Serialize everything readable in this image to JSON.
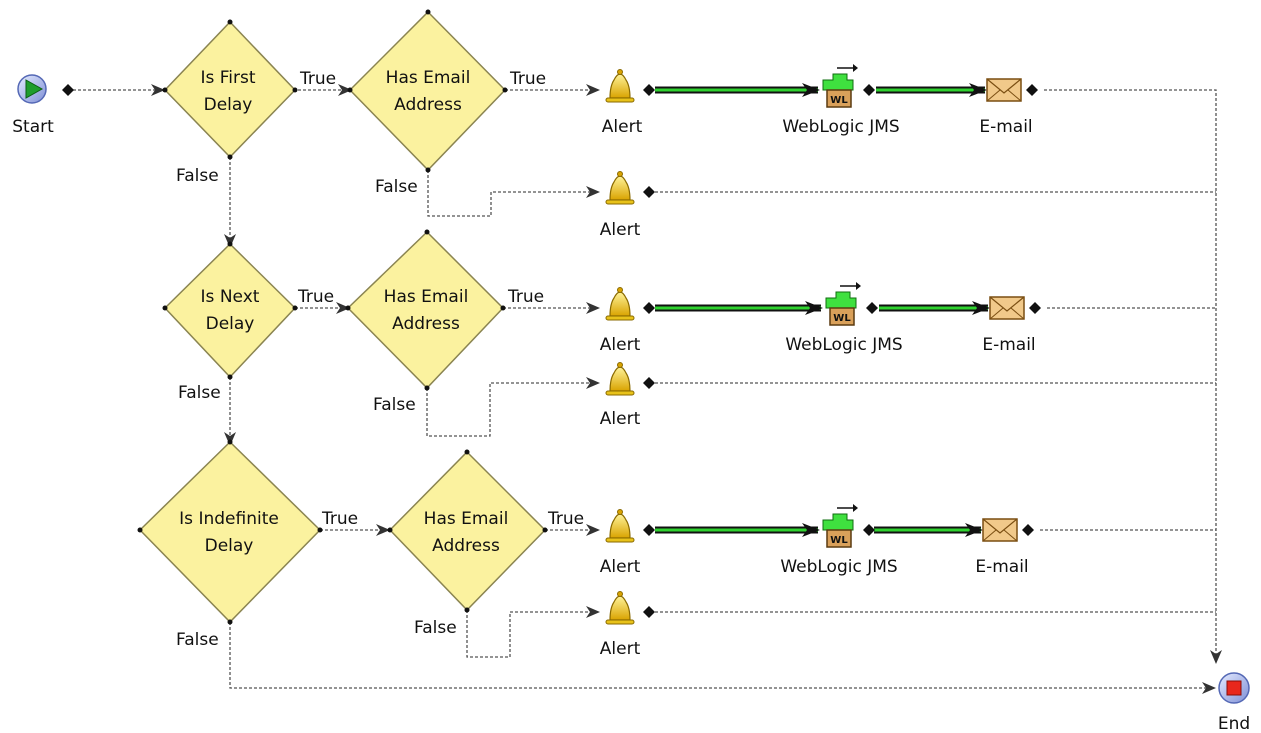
{
  "start": {
    "label": "Start",
    "color": "#1f9d2c"
  },
  "end": {
    "label": "End",
    "color": "#e8271c"
  },
  "decisions": {
    "first": [
      "Is First",
      "Delay"
    ],
    "next": [
      "Is Next",
      "Delay"
    ],
    "indefinite": [
      "Is Indefinite",
      "Delay"
    ],
    "email_1": [
      "Has Email",
      "Address"
    ],
    "email_2": [
      "Has Email",
      "Address"
    ],
    "email_3": [
      "Has Email",
      "Address"
    ]
  },
  "branch_labels": {
    "true": "True",
    "false": "False"
  },
  "actions": {
    "alert": "Alert",
    "jms": "WebLogic JMS",
    "email": "E-mail"
  },
  "colors": {
    "decision_fill": "#fbf29f",
    "decision_stroke": "#8a8451",
    "green_link": "#2fd22f",
    "dotted_link": "#555555",
    "bell": "#e8c21a",
    "envelope": "#f1c98a"
  }
}
